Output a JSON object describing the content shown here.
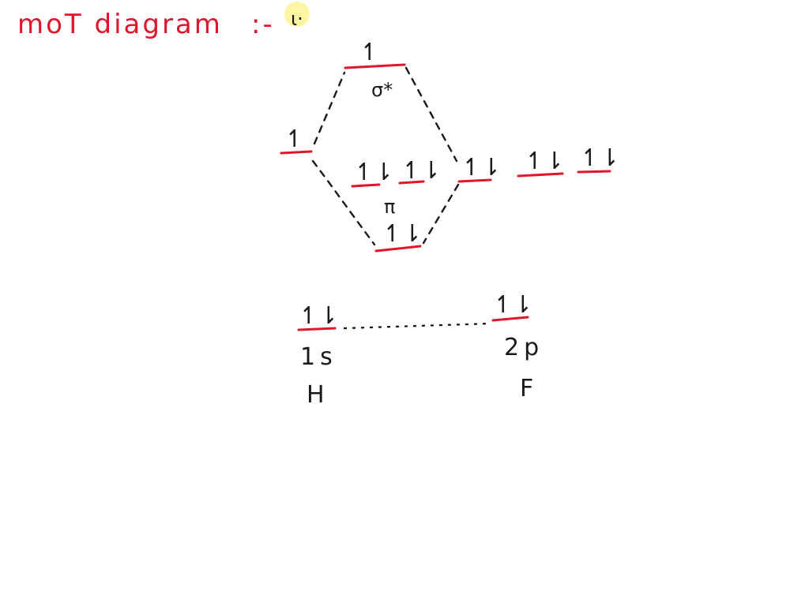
{
  "title": {
    "text": "moT diagram",
    "separator": ":-"
  },
  "electrons": {
    "single": "↿",
    "pair": "↿⇂"
  },
  "labels": {
    "sigma_star": "σ*",
    "pi": "π",
    "h_orbital": "1s",
    "h_atom": "H",
    "f_orbital": "2p",
    "f_atom": "F"
  },
  "colors": {
    "level_line": "#e0162b",
    "title": "#e0162b",
    "ink": "#1a1a1a",
    "highlight": "#fff59a"
  }
}
